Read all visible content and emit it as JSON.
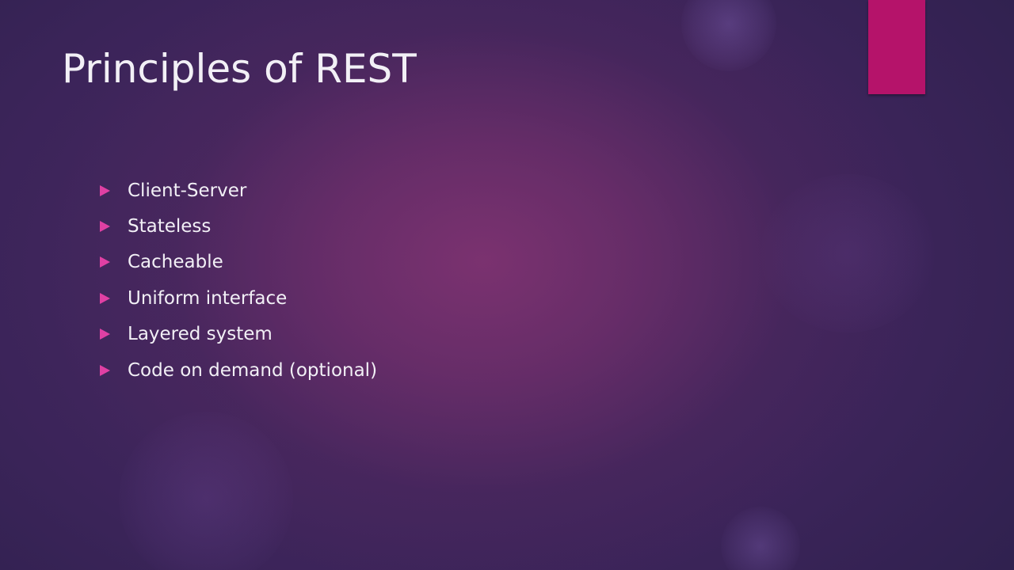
{
  "slide": {
    "title": "Principles of REST",
    "bullets": [
      "Client-Server",
      "Stateless",
      "Cacheable",
      "Uniform interface",
      "Layered system",
      "Code on demand (optional)"
    ],
    "bullet_icon": "triangle-right-icon"
  },
  "colors": {
    "background_dark": "#2a1f4a",
    "background_center": "#7d3270",
    "accent": "#b5136a",
    "bullet": "#e040a4",
    "text": "#f2f0f6"
  }
}
